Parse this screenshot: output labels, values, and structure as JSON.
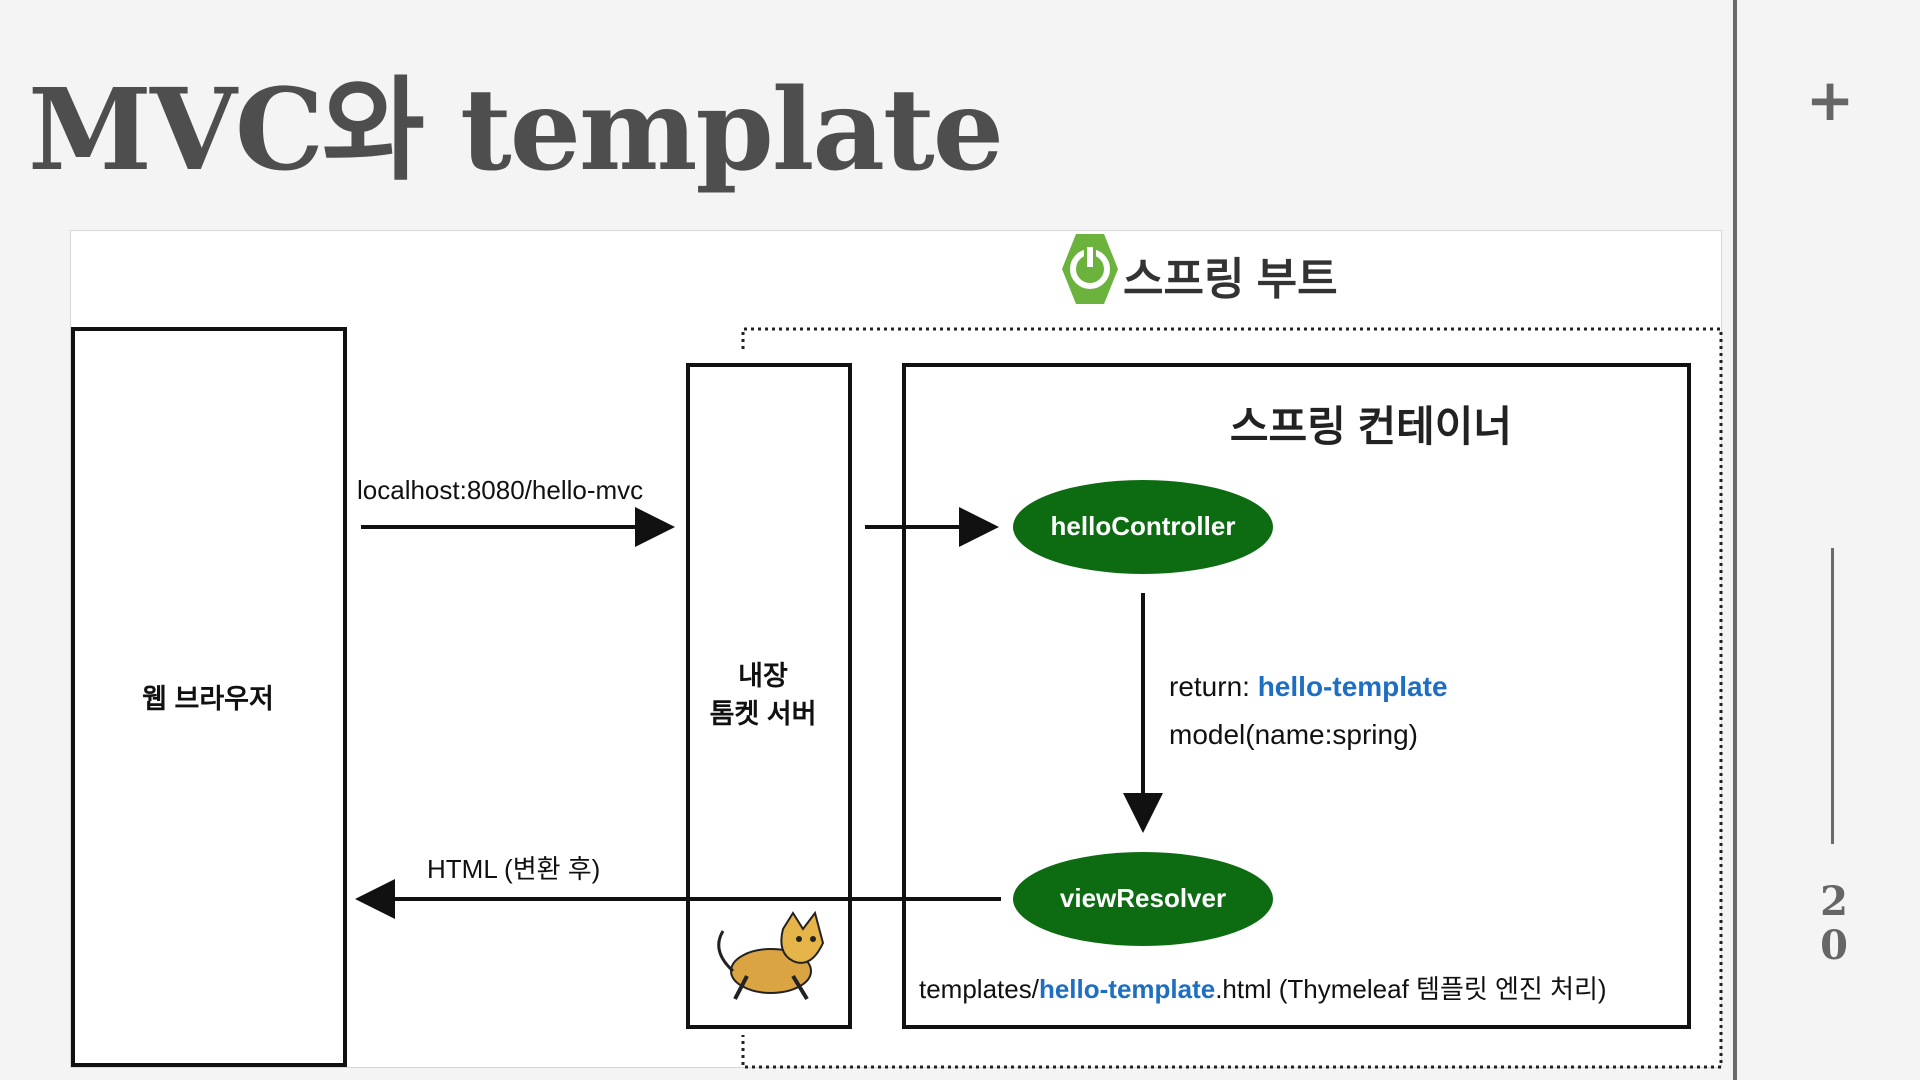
{
  "slide": {
    "title": "MVC와 template",
    "plus_label": "+",
    "page_number": "20"
  },
  "diagram": {
    "spring_boot_label": "스프링 부트",
    "container_label": "스프링 컨테이너",
    "browser_label": "웹 브라우저",
    "tomcat_label_line1": "내장",
    "tomcat_label_line2": "톰켓 서버",
    "request_url": "localhost:8080/hello-mvc",
    "response_label": "HTML (변환 후)",
    "controller_node": "helloController",
    "resolver_node": "viewResolver",
    "return_prefix": "return: ",
    "return_value": "hello-template",
    "model_text": "model(name:spring)",
    "template_prefix": "templates/",
    "template_name": "hello-template",
    "template_suffix": ".html (Thymeleaf 템플릿 엔진 처리)"
  },
  "colors": {
    "node_green": "#0d6b12",
    "link_blue": "#1e6ec2",
    "spring_green": "#6cb33e"
  },
  "icons": {
    "spring_logo": "power-icon",
    "tomcat_logo": "tomcat-cat-icon"
  }
}
